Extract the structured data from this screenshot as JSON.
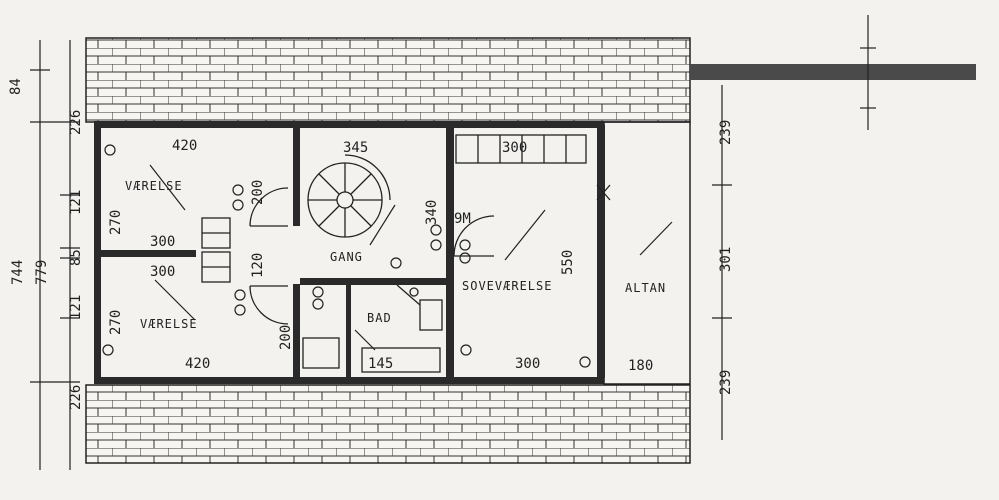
{
  "rooms": {
    "vaerelse_top": "VÆRELSE",
    "vaerelse_bottom": "VÆRELSE",
    "gang": "GANG",
    "bad": "BAD",
    "sovevaerelse": "SOVEVÆRELSE",
    "altan": "ALTAN"
  },
  "room_dimensions": {
    "vaerelse_top_width": "420",
    "vaerelse_bottom_width": "420",
    "vaerelse_top_depth": "270",
    "vaerelse_bottom_depth": "270",
    "hall_top": "300",
    "hall_bottom": "300",
    "stair_width": "345",
    "bad_width": "145",
    "corridor_width": "120",
    "corridor_top": "200",
    "corridor_bottom": "200",
    "gang_depth": "340",
    "sove_wardrobe": "300",
    "sove_bottom": "300",
    "sove_depth": "550",
    "altan_width": "180"
  },
  "left_dimensions": {
    "total_a": "744",
    "total_b": "779",
    "top": "226",
    "bottom": "226",
    "upper": "121",
    "middle": "85",
    "lower": "121",
    "edge": "84"
  },
  "right_dimensions": {
    "top": "239",
    "middle": "301",
    "bottom": "239"
  },
  "markers": {
    "wardrobe": "9M"
  }
}
